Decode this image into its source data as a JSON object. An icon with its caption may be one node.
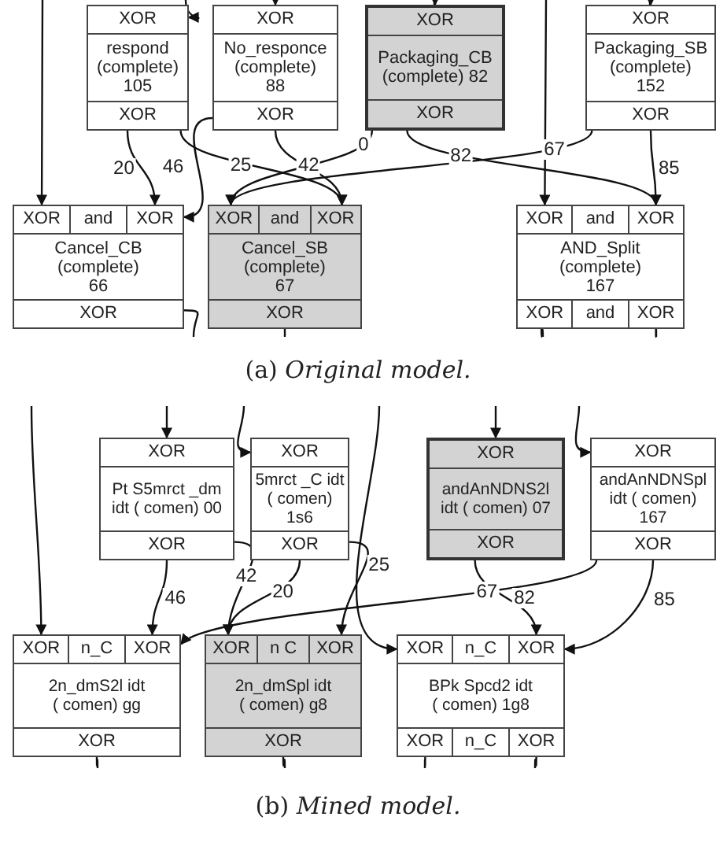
{
  "diagram": {
    "nodes": [
      {
        "text": [
          "XOR",
          "respond (complete) 105",
          "XOR"
        ]
      },
      {
        "text": [
          "XOR",
          "No_responce (complete) 88",
          "XOR"
        ]
      },
      {
        "text": [
          "XOR",
          "Packaging_CB (complete) 82",
          "XOR"
        ]
      },
      {
        "text": [
          "XOR",
          "Packaging_SB (complete) 152",
          "XOR"
        ]
      },
      {
        "text": [
          "XOR",
          "and",
          "XOR",
          "Cancel_CB (complete) 66",
          "XOR"
        ]
      },
      {
        "text": [
          "XOR",
          "and",
          "XOR",
          "Cancel_SB (complete) 67",
          "XOR"
        ]
      },
      {
        "text": [
          "XOR",
          "and",
          "XOR",
          "AND_Split (complete) 167",
          "XOR",
          "and",
          "XOR"
        ]
      },
      {
        "text": [
          "XOR",
          "Pt S5mrct _dm idt ( comen) 00",
          "XOR"
        ]
      },
      {
        "text": [
          "XOR",
          "5mrct _C idt ( comen) 1s6",
          "XOR"
        ]
      },
      {
        "text": [
          "XOR",
          "andAnNDNS2l idt ( comen) 07",
          "XOR"
        ]
      },
      {
        "text": [
          "XOR",
          "andAnNDNSpl idt ( comen) 167",
          "XOR"
        ]
      },
      {
        "text": [
          "XOR",
          "n_C",
          "XOR",
          "2n_dmS2l idt ( comen) gg",
          "XOR"
        ]
      },
      {
        "text": [
          "XOR",
          "n C",
          "XOR",
          "2n_dmSpl idt ( comen) g8",
          "XOR"
        ]
      },
      {
        "text": [
          "XOR",
          "n_C",
          "XOR",
          "BPk Spcd2 idt ( comen) 1g8",
          "XOR",
          "n_C",
          "XOR"
        ]
      }
    ],
    "edges": [
      {
        "from": 0,
        "to": 4,
        "arrow": "to",
        "label": "20"
      },
      {
        "from": 1,
        "to": 4,
        "arrow": "to",
        "label": "46"
      },
      {
        "from": 0,
        "to": 5,
        "arrow": "to",
        "label": "25"
      },
      {
        "from": 1,
        "to": 5,
        "arrow": "to",
        "label": "42"
      },
      {
        "from": 2,
        "to": 5,
        "arrow": "to",
        "label": "0"
      },
      {
        "from": 2,
        "to": 6,
        "arrow": "to",
        "label": "82"
      },
      {
        "from": 3,
        "to": 5,
        "arrow": "to",
        "label": "67"
      },
      {
        "from": 3,
        "to": 6,
        "arrow": "to",
        "label": "85"
      },
      {
        "from": null,
        "to": 4,
        "arrow": "to"
      },
      {
        "from": null,
        "to": 0,
        "arrow": "to"
      },
      {
        "from": null,
        "to": 1,
        "arrow": "to"
      },
      {
        "from": null,
        "to": 2,
        "arrow": "to"
      },
      {
        "from": null,
        "to": 3,
        "arrow": "to"
      },
      {
        "from": null,
        "to": 6,
        "arrow": "to"
      },
      {
        "from": 4,
        "to": null,
        "arrow": "none"
      },
      {
        "from": 5,
        "to": null,
        "arrow": "none"
      },
      {
        "from": 6,
        "to": null,
        "arrow": "none"
      },
      {
        "from": 6,
        "to": null,
        "arrow": "none"
      },
      {
        "from": 7,
        "to": 11,
        "arrow": "to",
        "label": "46"
      },
      {
        "from": 7,
        "to": 12,
        "arrow": "to",
        "label": "42"
      },
      {
        "from": 8,
        "to": 12,
        "arrow": "to",
        "label": "20"
      },
      {
        "from": 8,
        "to": 12,
        "arrow": "to",
        "label": "25"
      },
      {
        "from": 9,
        "to": 13,
        "arrow": "to",
        "label": "82"
      },
      {
        "from": 10,
        "to": 11,
        "arrow": "to",
        "label": "67"
      },
      {
        "from": 10,
        "to": 13,
        "arrow": "to",
        "label": "85"
      },
      {
        "from": null,
        "to": 7,
        "arrow": "to"
      },
      {
        "from": null,
        "to": 8,
        "arrow": "to"
      },
      {
        "from": null,
        "to": 9,
        "arrow": "to"
      },
      {
        "from": null,
        "to": 10,
        "arrow": "to"
      },
      {
        "from": null,
        "to": 11,
        "arrow": "to"
      },
      {
        "from": null,
        "to": 13,
        "arrow": "to"
      },
      {
        "from": 11,
        "to": null,
        "arrow": "none"
      },
      {
        "from": 12,
        "to": null,
        "arrow": "none"
      },
      {
        "from": 13,
        "to": null,
        "arrow": "none"
      },
      {
        "from": 13,
        "to": null,
        "arrow": "none"
      }
    ],
    "labels": [
      "(a) *Original model.*",
      "(b) *Mined model.*"
    ]
  }
}
